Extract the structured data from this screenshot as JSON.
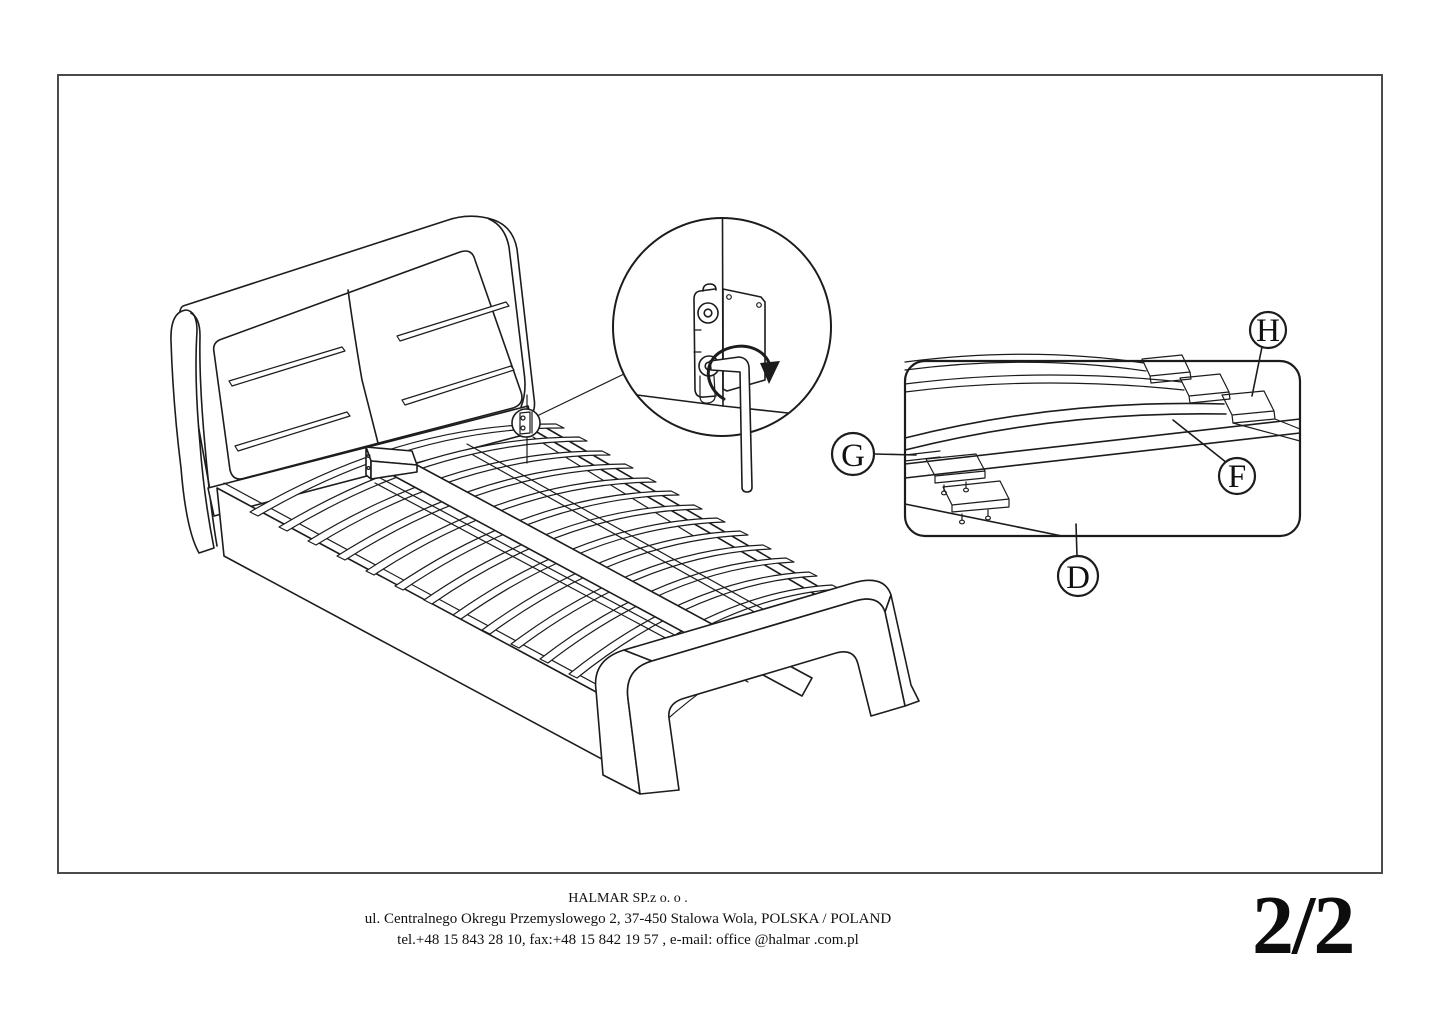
{
  "page": {
    "number": "2/2"
  },
  "footer": {
    "company_line": "HALMAR SP.z o. o .",
    "address_line": "ul. Centralnego Okregu Przemyslowego 2, 37-450 Stalowa Wola, POLSKA / POLAND",
    "contact_line": "tel.+48 15 843 28 10, fax:+48 15 842 19 57 , e-mail: office @halmar .com.pl"
  },
  "diagram": {
    "type": "furniture-assembly-instruction",
    "subject": "upholstered bed frame with curved slatted base, corner bracket tightened with allen key",
    "callout_labels": {
      "h": "H",
      "g": "G",
      "f": "F",
      "d": "D"
    },
    "colors": {
      "line": "#1c1c1c",
      "page_border": "#4b4b4b",
      "background": "#ffffff"
    }
  }
}
